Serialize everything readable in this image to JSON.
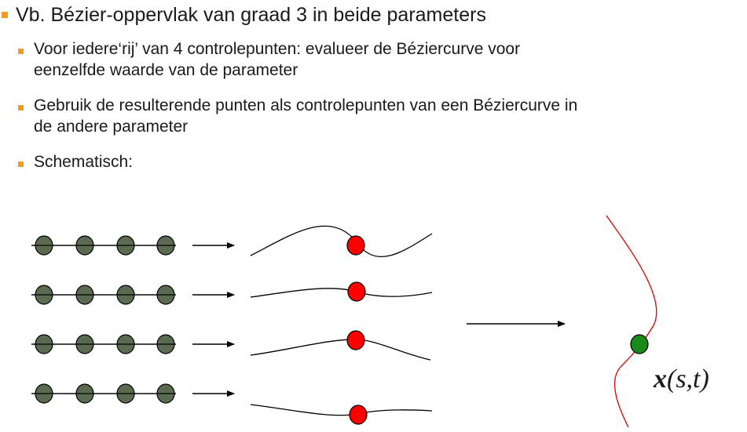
{
  "heading": "Vb. Bézier-oppervlak van graad 3 in beide parameters",
  "bullets": [
    {
      "line1": "Voor iedere‘rij’ van 4 controlepunten: evalueer de Béziercurve voor",
      "line2": "eenzelfde waarde van de parameter"
    },
    {
      "line1": "Gebruik de resulterende punten als controlepunten van een Béziercurve in",
      "line2": "de andere parameter"
    },
    {
      "line1": "Schematisch:"
    }
  ],
  "diagram": {
    "control_point_color": "#5a6b52",
    "evaluated_point_color": "#ff0000",
    "result_point_color": "#1a8a1a",
    "result_curve_color": "#e00000",
    "rows": 4,
    "points_per_row": 4
  },
  "formula": {
    "symbol": "x",
    "args": "(s,t)"
  },
  "accent_color": "#f29b1d"
}
